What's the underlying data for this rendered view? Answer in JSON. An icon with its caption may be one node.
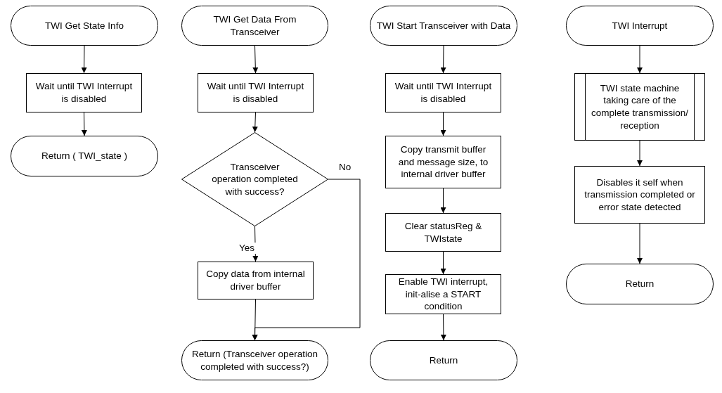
{
  "diagram": {
    "nodes": [
      {
        "text": [
          "TWI Get State Info"
        ]
      },
      {
        "text": [
          "Wait until TWI Interrupt is disabled"
        ]
      },
      {
        "text": [
          "Return ( TWI_state )"
        ]
      },
      {
        "text": [
          "TWI Get Data From Transceiver"
        ]
      },
      {
        "text": [
          "Wait until TWI Interrupt is disabled"
        ]
      },
      {
        "text": [
          "Transceiver operation completed with success?"
        ]
      },
      {
        "text": [
          "Copy data from internal driver buffer"
        ]
      },
      {
        "text": [
          "Return (Transceiver operation completed with success?)"
        ]
      },
      {
        "text": [
          "TWI Start Transceiver with Data"
        ]
      },
      {
        "text": [
          "Wait until TWI Interrupt is disabled"
        ]
      },
      {
        "text": [
          "Copy transmit buffer and message size, to internal driver buffer"
        ]
      },
      {
        "text": [
          "Clear statusReg & TWIstate"
        ]
      },
      {
        "text": [
          "Enable TWI interrupt, init-alise a START condition"
        ]
      },
      {
        "text": [
          "Return"
        ]
      },
      {
        "text": [
          "TWI Interrupt"
        ]
      },
      {
        "text": [
          "TWI state machine taking care of the complete transmission/ reception"
        ]
      },
      {
        "text": [
          "Disables it self when transmission completed or error state detected"
        ]
      },
      {
        "text": [
          "Return"
        ]
      }
    ],
    "edges": [
      {
        "from": 0,
        "to": 1,
        "arrow": "to"
      },
      {
        "from": 1,
        "to": 2,
        "arrow": "to"
      },
      {
        "from": 3,
        "to": 4,
        "arrow": "to"
      },
      {
        "from": 4,
        "to": 5,
        "arrow": "to"
      },
      {
        "from": 5,
        "to": 6,
        "arrow": "to",
        "label": "Yes"
      },
      {
        "from": 6,
        "to": 7,
        "arrow": "to"
      },
      {
        "from": 5,
        "to": 7,
        "arrow": "to",
        "label": "No"
      },
      {
        "from": 8,
        "to": 9,
        "arrow": "to"
      },
      {
        "from": 9,
        "to": 10,
        "arrow": "to"
      },
      {
        "from": 10,
        "to": 11,
        "arrow": "to"
      },
      {
        "from": 11,
        "to": 12,
        "arrow": "to"
      },
      {
        "from": 12,
        "to": 13,
        "arrow": "to"
      },
      {
        "from": 14,
        "to": 15,
        "arrow": "to"
      },
      {
        "from": 15,
        "to": 16,
        "arrow": "to"
      },
      {
        "from": 16,
        "to": 17,
        "arrow": "to"
      }
    ]
  }
}
